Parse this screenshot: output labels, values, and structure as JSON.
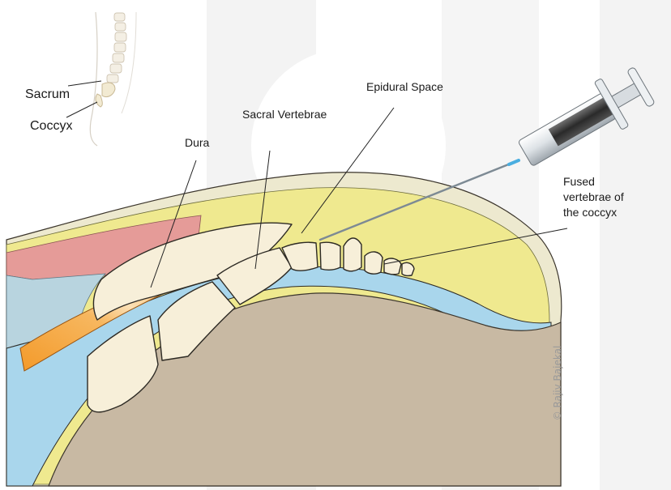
{
  "inset": {
    "sacrum_label": "Sacrum",
    "coccyx_label": "Coccyx"
  },
  "labels": {
    "dura": "Dura",
    "sacral_vertebrae": "Sacral Vertebrae",
    "epidural_space": "Epidural Space",
    "fused_coccyx": [
      "Fused",
      "vertebrae of",
      "the coccyx"
    ]
  },
  "credit": "© Rajiv Bajekal",
  "icons": {
    "syringe": "syringe-icon",
    "spine_inset": "spine-silhouette-icon"
  },
  "colors": {
    "skin": "#ede9cf",
    "fat": "#efe98f",
    "muscle": "#e59b98",
    "spinal_canal": "#b8d4df",
    "csf_fluid": "#a9d6ec",
    "dura": "#f39a2a",
    "bone": "#f7efd9",
    "bone_outline": "#2d2a24",
    "pelvic_tissue": "#c8b9a3",
    "needle_tip": "#4aaee0",
    "watermark": "#f2f2f2"
  }
}
